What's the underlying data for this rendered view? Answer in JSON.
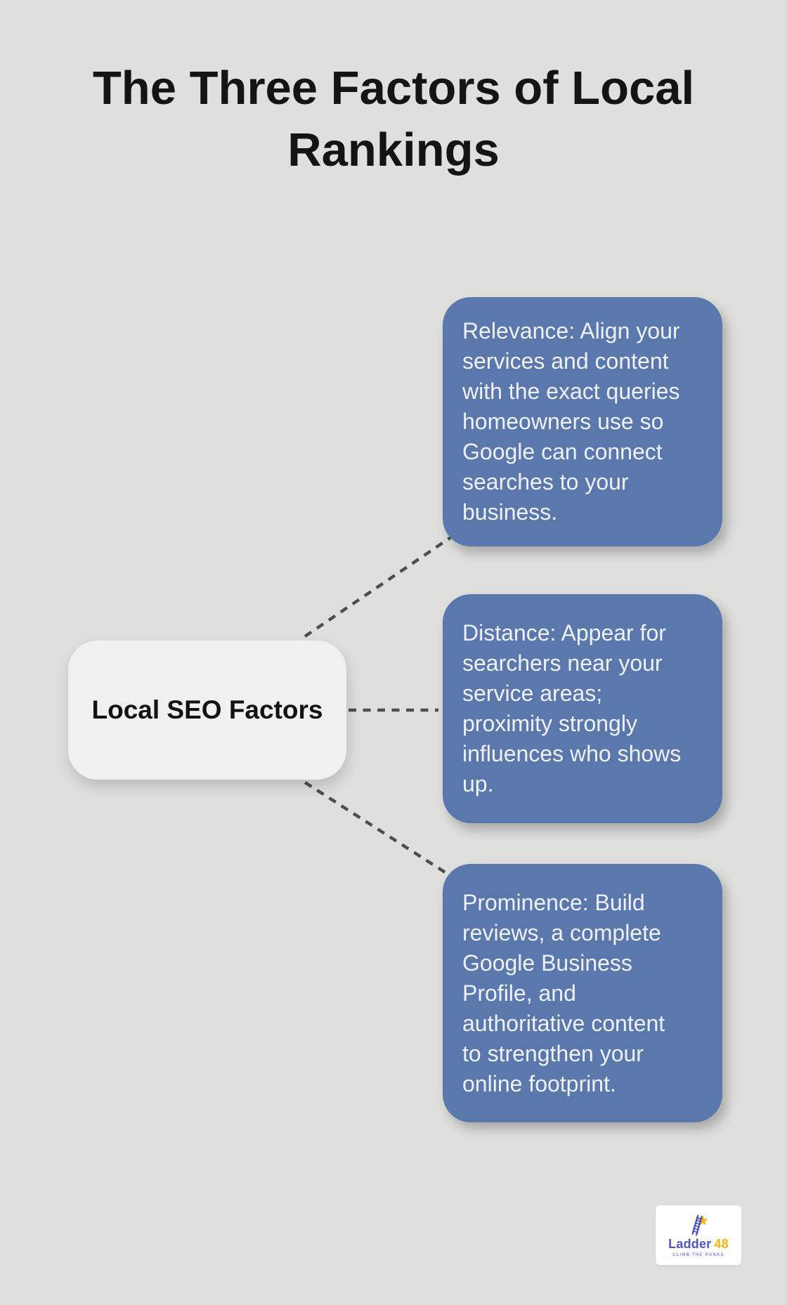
{
  "title": "The Three Factors of Local Rankings",
  "center_node": {
    "label": "Local SEO Factors"
  },
  "factors": [
    {
      "text": "Relevance: Align your services and content with the exact queries homeowners use so Google can connect searches to your business."
    },
    {
      "text": "Distance: Appear for searchers near your service areas; proximity strongly influences who shows up."
    },
    {
      "text": "Prominence: Build reviews, a complete Google Business Profile, and authoritative content to strengthen your online footprint."
    }
  ],
  "logo": {
    "brand_name": "Ladder",
    "brand_number": "48",
    "tagline": "CLIMB THE RANKS"
  },
  "colors": {
    "background": "#dfe0dd",
    "factor_box_fill": "#5b78ac",
    "factor_box_text": "#eef1f6",
    "node_fill": "#f0f0ef",
    "node_text": "#121212",
    "connector": "#4e4e4e",
    "title_text": "#141414",
    "logo_indigo": "#4c55c4",
    "logo_yellow": "#f8b211",
    "logo_tagline": "#8b80d6"
  }
}
